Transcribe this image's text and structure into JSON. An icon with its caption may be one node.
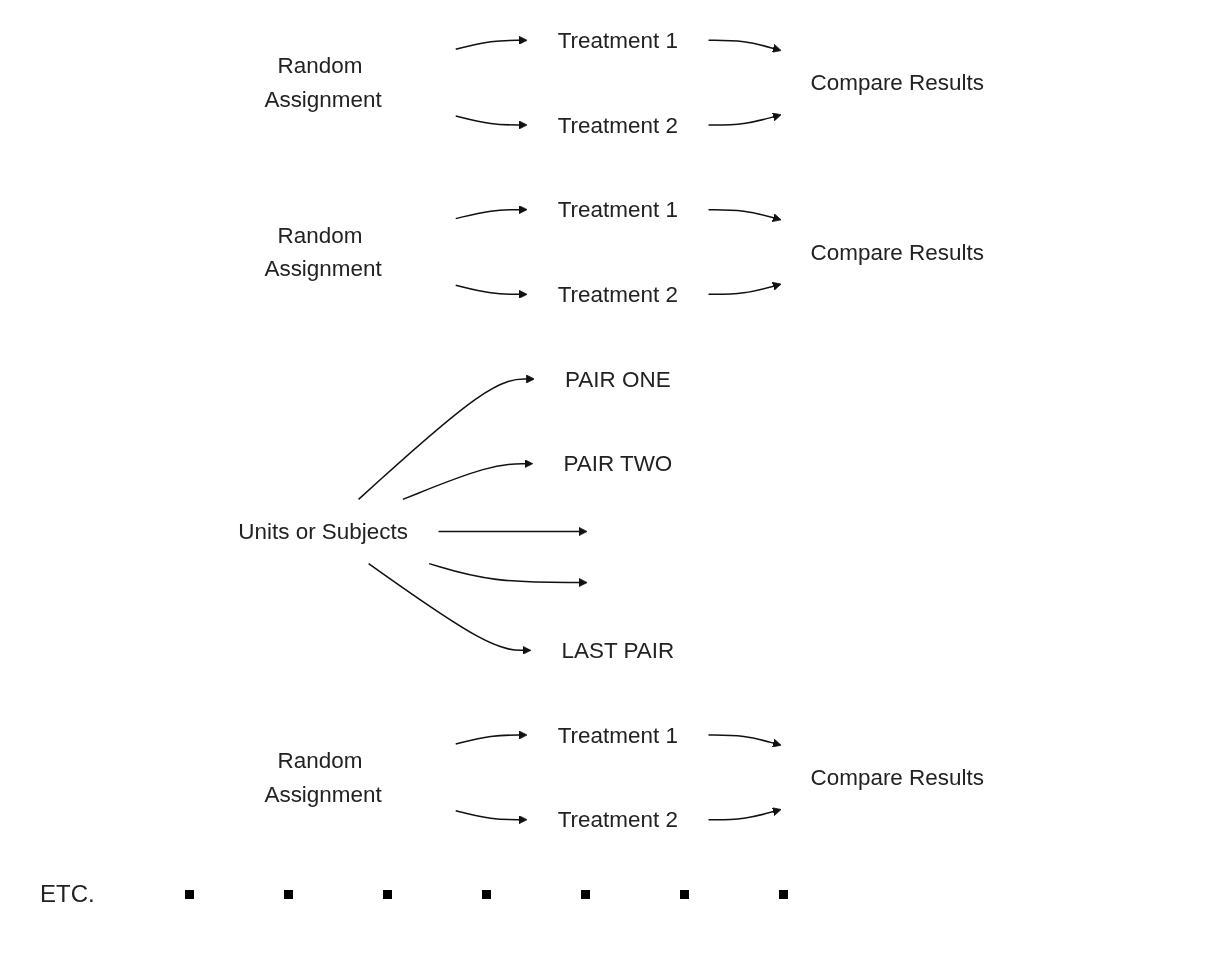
{
  "diagram": {
    "nodes": [
      {
        "text": [
          "Units or Subjects"
        ]
      },
      {
        "text": [
          "PAIR ONE"
        ]
      },
      {
        "text": [
          "Random Assignment"
        ]
      },
      {
        "text": [
          "Treatment 1"
        ]
      },
      {
        "text": [
          "Treatment 2"
        ]
      },
      {
        "text": [
          "Compare Results"
        ]
      },
      {
        "text": [
          "PAIR TWO"
        ]
      },
      {
        "text": [
          "Random Assignment"
        ]
      },
      {
        "text": [
          "Treatment 1"
        ]
      },
      {
        "text": [
          "Treatment 2"
        ]
      },
      {
        "text": [
          "Compare Results"
        ]
      },
      {
        "text": [
          "LAST PAIR"
        ]
      },
      {
        "text": [
          "Random Assignment"
        ]
      },
      {
        "text": [
          "Treatment 1"
        ]
      },
      {
        "text": [
          "Treatment 2"
        ]
      },
      {
        "text": [
          "Compare Results"
        ]
      }
    ],
    "edges": [
      {
        "from": 0,
        "to": 1,
        "arrow": "to"
      },
      {
        "from": 0,
        "to": 6,
        "arrow": "to"
      },
      {
        "from": 0,
        "to": null,
        "arrow": "to"
      },
      {
        "from": 0,
        "to": null,
        "arrow": "to"
      },
      {
        "from": 0,
        "to": 11,
        "arrow": "to"
      },
      {
        "from": 2,
        "to": 3,
        "arrow": "to"
      },
      {
        "from": 2,
        "to": 4,
        "arrow": "to"
      },
      {
        "from": 3,
        "to": 5,
        "arrow": "to"
      },
      {
        "from": 4,
        "to": 5,
        "arrow": "to"
      },
      {
        "from": 7,
        "to": 8,
        "arrow": "to"
      },
      {
        "from": 7,
        "to": 9,
        "arrow": "to"
      },
      {
        "from": 8,
        "to": 10,
        "arrow": "to"
      },
      {
        "from": 9,
        "to": 10,
        "arrow": "to"
      },
      {
        "from": 12,
        "to": 13,
        "arrow": "to"
      },
      {
        "from": 12,
        "to": 14,
        "arrow": "to"
      },
      {
        "from": 13,
        "to": 15,
        "arrow": "to"
      },
      {
        "from": 14,
        "to": 15,
        "arrow": "to"
      }
    ],
    "labels": [
      "ETC."
    ]
  }
}
